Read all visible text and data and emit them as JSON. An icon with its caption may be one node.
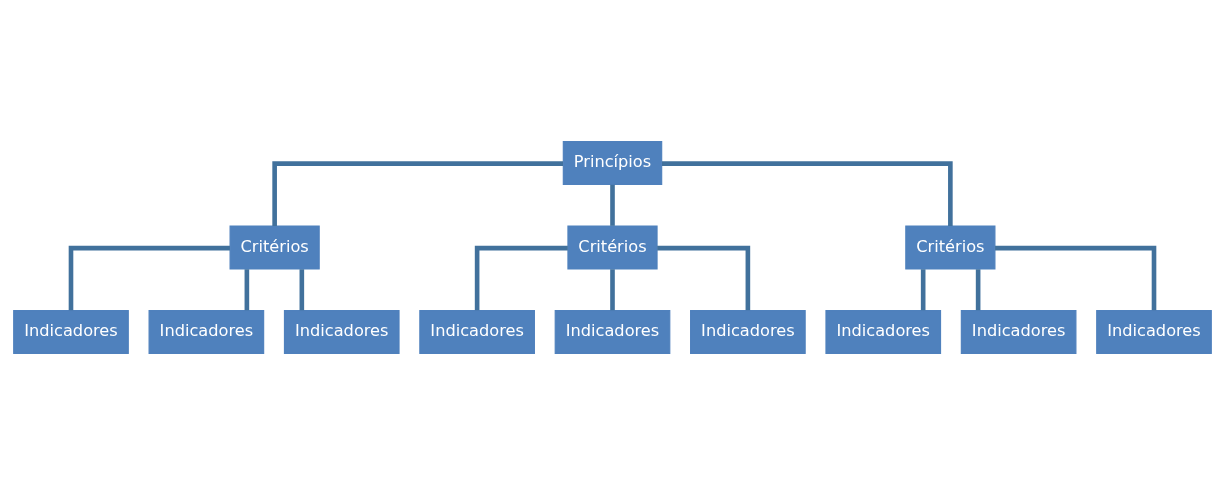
{
  "diagram": {
    "nodes": [
      {
        "text": [
          "Princípios"
        ]
      },
      {
        "text": [
          "Critérios"
        ]
      },
      {
        "text": [
          "Critérios"
        ]
      },
      {
        "text": [
          "Critérios"
        ]
      },
      {
        "text": [
          "Indicadores"
        ]
      },
      {
        "text": [
          "Indicadores"
        ]
      },
      {
        "text": [
          "Indicadores"
        ]
      },
      {
        "text": [
          "Indicadores"
        ]
      },
      {
        "text": [
          "Indicadores"
        ]
      },
      {
        "text": [
          "Indicadores"
        ]
      },
      {
        "text": [
          "Indicadores"
        ]
      },
      {
        "text": [
          "Indicadores"
        ]
      },
      {
        "text": [
          "Indicadores"
        ]
      }
    ],
    "edges": [
      {
        "from": 0,
        "to": 1,
        "arrow": "none"
      },
      {
        "from": 0,
        "to": 2,
        "arrow": "none"
      },
      {
        "from": 0,
        "to": 3,
        "arrow": "none"
      },
      {
        "from": 1,
        "to": 4,
        "arrow": "none"
      },
      {
        "from": 1,
        "to": 7,
        "arrow": "none"
      },
      {
        "from": 1,
        "to": 10,
        "arrow": "none"
      },
      {
        "from": 2,
        "to": 5,
        "arrow": "none"
      },
      {
        "from": 2,
        "to": 8,
        "arrow": "none"
      },
      {
        "from": 2,
        "to": 11,
        "arrow": "none"
      },
      {
        "from": 3,
        "to": 6,
        "arrow": "none"
      },
      {
        "from": 3,
        "to": 9,
        "arrow": "none"
      },
      {
        "from": 3,
        "to": 12,
        "arrow": "none"
      }
    ]
  }
}
